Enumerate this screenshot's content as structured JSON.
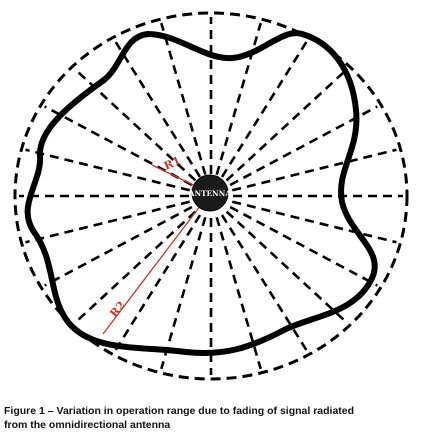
{
  "figure": {
    "antenna_label": "ANTENNA",
    "radius_short_label": "R1",
    "radius_long_label": "R2",
    "caption_line1": "Figure 1 – Variation in operation range due to fading of signal radiated",
    "caption_line2": "from the omnidirectional antenna"
  },
  "colors": {
    "outline": "#000000",
    "radius_line": "#c0392b",
    "antenna_fill": "#1a1a1a"
  }
}
